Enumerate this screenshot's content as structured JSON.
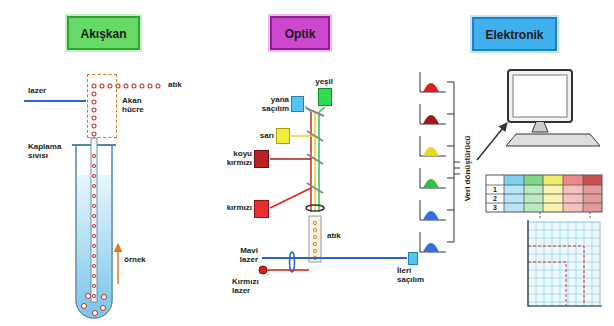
{
  "diagram": {
    "nodes": [
      {
        "text": [
          "Akışkan"
        ]
      },
      {
        "text": [
          "Optik"
        ]
      },
      {
        "text": [
          "Elektronik"
        ]
      },
      {
        "text": [
          "Akan hücre"
        ]
      },
      {
        "text": [
          "yeşil"
        ]
      },
      {
        "text": [
          "yana saçılım"
        ]
      },
      {
        "text": [
          "sarı"
        ]
      },
      {
        "text": [
          "koyu kırmızı"
        ]
      },
      {
        "text": [
          "kırmızı"
        ]
      },
      {
        "text": [
          "İleri saçılım"
        ]
      }
    ],
    "labels": [
      "atık",
      "lazer",
      "Kaplama sıvısı",
      "örnek",
      "atık",
      "Mavi lazer",
      "Kırmızı lazer",
      "Veri dönüştürücü",
      "1",
      "2",
      "3"
    ]
  }
}
